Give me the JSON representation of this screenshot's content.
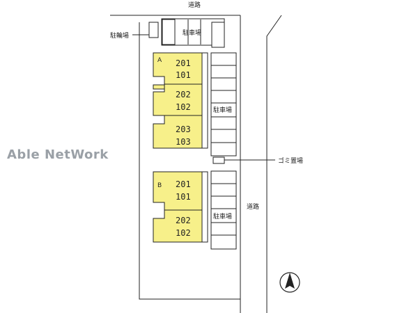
{
  "watermark": "Able NetWork",
  "labels": {
    "road_top": "道路",
    "road_right": "道路",
    "bicycle_parking": "駐輪場",
    "parking_top": "駐車場",
    "parking_right_upper": "駐車場",
    "parking_right_lower": "駐車場",
    "garbage": "ゴミ置場"
  },
  "buildings": [
    {
      "name": "A",
      "units": [
        {
          "upper": "201",
          "lower": "101"
        },
        {
          "upper": "202",
          "lower": "102"
        },
        {
          "upper": "203",
          "lower": "103"
        }
      ]
    },
    {
      "name": "B",
      "units": [
        {
          "upper": "201",
          "lower": "101"
        },
        {
          "upper": "202",
          "lower": "102"
        }
      ]
    }
  ],
  "colors": {
    "building_fill": "#f7f08a",
    "line": "#222222"
  },
  "icons": [
    "north-arrow-icon"
  ]
}
